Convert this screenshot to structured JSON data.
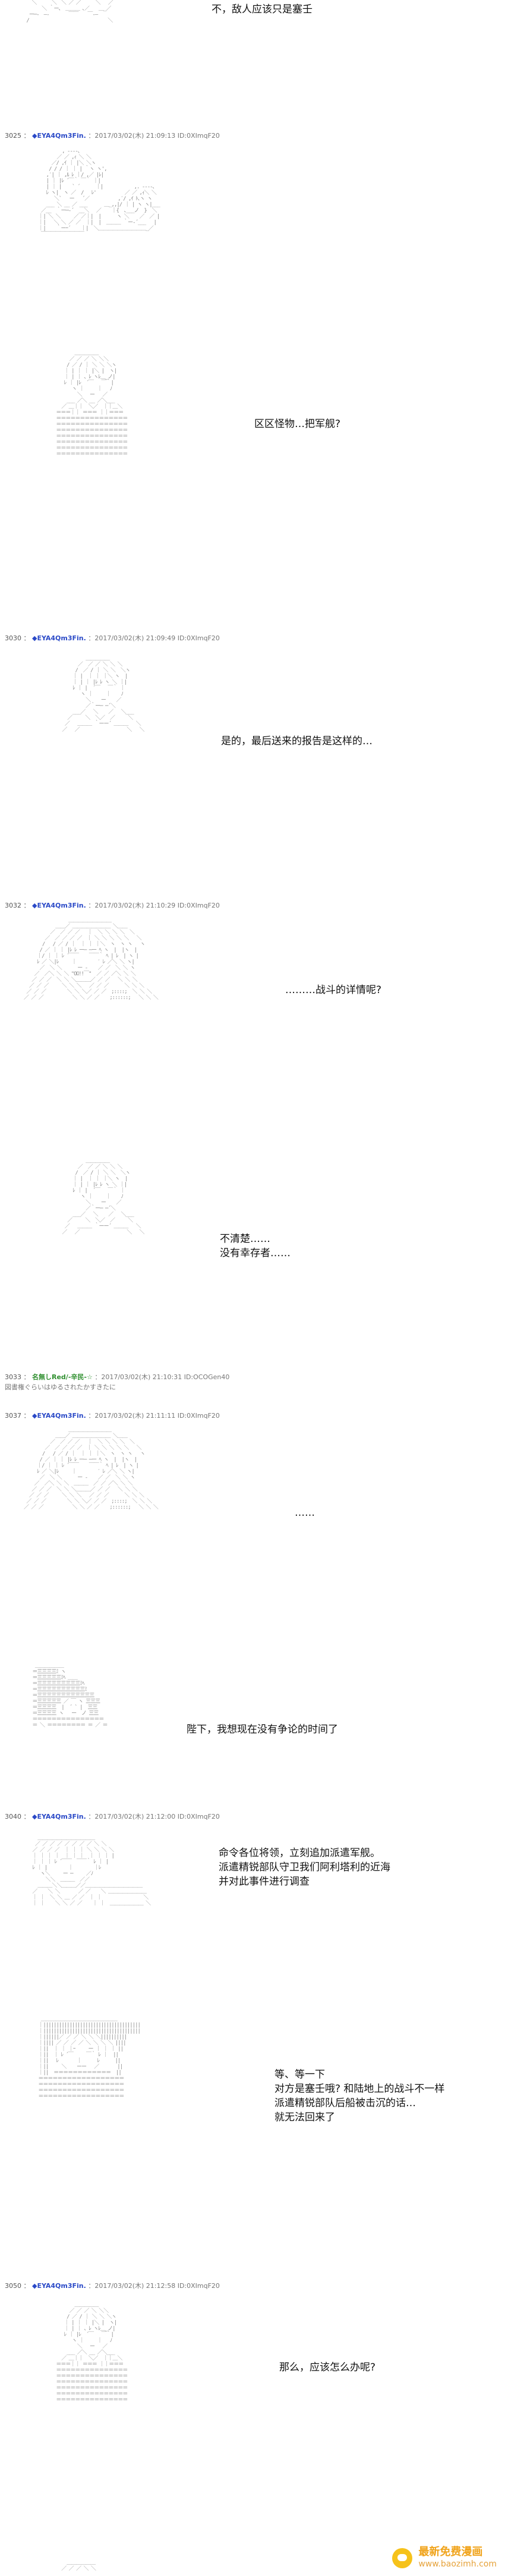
{
  "watermark": {
    "title": "最新免费漫画",
    "url": "www.baozimh.com",
    "icon": "baozi-mascot-icon"
  },
  "posts": [
    {
      "id": "p0",
      "speech": "不，敌人应该只是塞壬"
    },
    {
      "id": "p3025",
      "header": {
        "num": "3025",
        "name": "◆EYA4Qm3Fin.",
        "meta": "：2017/03/02(木) 21:09:13 ID:0XImqF20"
      }
    },
    {
      "id": "p3028b",
      "speech": "区区怪物…把军舰?"
    },
    {
      "id": "p3030",
      "header": {
        "num": "3030",
        "name": "◆EYA4Qm3Fin.",
        "meta": "：2017/03/02(木) 21:09:49 ID:0XImqF20"
      },
      "speech": "是的，最后送来的报告是这样的…"
    },
    {
      "id": "p3032",
      "header": {
        "num": "3032",
        "name": "◆EYA4Qm3Fin.",
        "meta": "：2017/03/02(木) 21:10:29 ID:0XImqF20"
      },
      "speech": "………战斗的详情呢?"
    },
    {
      "id": "p3032b",
      "speech": "不清楚……\n没有幸存者……"
    },
    {
      "id": "p3033",
      "header": {
        "num": "3033",
        "name": "名無しRed/-辛民-☆",
        "meta": "：2017/03/02(木) 21:10:31 ID:OCOGen40",
        "sub": "図書権ぐらいはゆるされたかすきたに"
      }
    },
    {
      "id": "p3037",
      "header": {
        "num": "3037",
        "name": "◆EYA4Qm3Fin.",
        "meta": "：2017/03/02(木) 21:11:11 ID:0XImqF20"
      },
      "speech": "……"
    },
    {
      "id": "p3037b",
      "speech": "陛下，我想现在没有争论的时间了"
    },
    {
      "id": "p3040",
      "header": {
        "num": "3040",
        "name": "◆EYA4Qm3Fin.",
        "meta": "：2017/03/02(木) 21:12:00 ID:0XImqF20"
      },
      "speech": "命令各位将领，立刻追加派遣军舰。\n派遣精锐部队守卫我们阿利塔利的近海\n并对此事件进行调查"
    },
    {
      "id": "p3040b",
      "speech": "等、等一下\n对方是塞壬哦? 和陆地上的战斗不一样\n派遣精锐部队后船被击沉的话…\n就无法回来了"
    },
    {
      "id": "p3050",
      "header": {
        "num": "3050",
        "name": "◆EYA4Qm3Fin.",
        "meta": "：2017/03/02(木) 21:12:58 ID:0XImqF20"
      },
      "speech": "那么，应该怎么办呢?"
    }
  ]
}
